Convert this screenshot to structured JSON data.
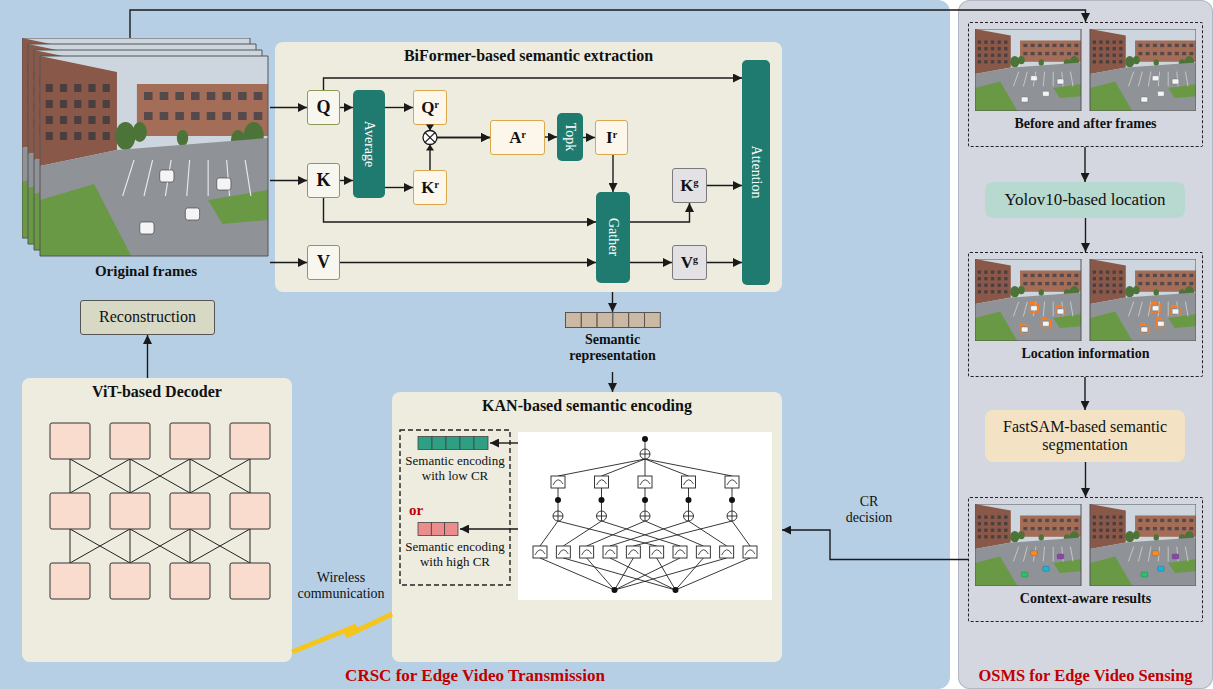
{
  "diagram": {
    "nodes": [
      {
        "text": [
          "CRSC for Edge Video Transmission"
        ]
      },
      {
        "text": [
          "Original frames"
        ],
        "in": 0
      },
      {
        "text": [
          "BiFormer-based semantic extraction"
        ],
        "in": 0
      },
      {
        "text": [
          "Q"
        ],
        "in": 2
      },
      {
        "text": [
          "K"
        ],
        "in": 2
      },
      {
        "text": [
          "V"
        ],
        "in": 2
      },
      {
        "text": [
          "Average"
        ],
        "in": 2
      },
      {
        "text": [
          "Qʳ"
        ],
        "in": 2
      },
      {
        "text": [
          "Kʳ"
        ],
        "in": 2
      },
      {
        "text": [
          "Aʳ"
        ],
        "in": 2
      },
      {
        "text": [
          "Topk"
        ],
        "in": 2
      },
      {
        "text": [
          "Iʳ"
        ],
        "in": 2
      },
      {
        "text": [
          "Gather"
        ],
        "in": 2
      },
      {
        "text": [
          "Kᵍ"
        ],
        "in": 2
      },
      {
        "text": [
          "Vᵍ"
        ],
        "in": 2
      },
      {
        "text": [
          "Attention"
        ],
        "in": 2
      },
      {
        "text": [
          "Semantic representation"
        ],
        "in": 0
      },
      {
        "text": [
          "KAN-based semantic encoding"
        ],
        "in": 0
      },
      {
        "text": [
          "Semantic encoding with low CR"
        ],
        "in": 17
      },
      {
        "text": [
          "Semantic encoding with high CR"
        ],
        "in": 17
      },
      {
        "text": [
          "ViT-based Decoder"
        ],
        "in": 0
      },
      {
        "text": [
          "Reconstruction"
        ],
        "in": 0
      },
      {
        "text": [
          "OSMS for Edge Video Sensing"
        ]
      },
      {
        "text": [
          "Before and after frames"
        ],
        "in": 22
      },
      {
        "text": [
          "Yolov10-based location"
        ],
        "in": 22
      },
      {
        "text": [
          "Location information"
        ],
        "in": 22
      },
      {
        "text": [
          "FastSAM-based semantic segmentation"
        ],
        "in": 22
      },
      {
        "text": [
          "Context-aware results"
        ],
        "in": 22
      }
    ],
    "edges": [
      {
        "from": 1,
        "to": 3,
        "arrow": "to"
      },
      {
        "from": 1,
        "to": 4,
        "arrow": "to"
      },
      {
        "from": 1,
        "to": 5,
        "arrow": "to"
      },
      {
        "from": 1,
        "to": 23,
        "arrow": "to"
      },
      {
        "from": 3,
        "to": 6,
        "arrow": "to"
      },
      {
        "from": 4,
        "to": 6,
        "arrow": "to"
      },
      {
        "from": 6,
        "to": 7,
        "arrow": "to"
      },
      {
        "from": 6,
        "to": 8,
        "arrow": "to"
      },
      {
        "from": 7,
        "to": 9,
        "arrow": "to"
      },
      {
        "from": 8,
        "to": 9,
        "arrow": "to"
      },
      {
        "from": 3,
        "to": 15,
        "arrow": "to"
      },
      {
        "from": 9,
        "to": 10,
        "arrow": "to"
      },
      {
        "from": 10,
        "to": 11,
        "arrow": "to"
      },
      {
        "from": 11,
        "to": 12,
        "arrow": "to"
      },
      {
        "from": 4,
        "to": 12,
        "arrow": "to"
      },
      {
        "from": 5,
        "to": 12,
        "arrow": "to"
      },
      {
        "from": 12,
        "to": 13,
        "arrow": "to"
      },
      {
        "from": 12,
        "to": 14,
        "arrow": "to"
      },
      {
        "from": 13,
        "to": 15,
        "arrow": "to"
      },
      {
        "from": 14,
        "to": 15,
        "arrow": "to"
      },
      {
        "from": 2,
        "to": 16,
        "arrow": "to"
      },
      {
        "from": 16,
        "to": 17,
        "arrow": "to"
      },
      {
        "from": 17,
        "to": 20,
        "arrow": "none",
        "label": "Wireless communication"
      },
      {
        "from": 20,
        "to": 21,
        "arrow": "to"
      },
      {
        "from": 23,
        "to": 24,
        "arrow": "to"
      },
      {
        "from": 24,
        "to": 25,
        "arrow": "to"
      },
      {
        "from": 25,
        "to": 26,
        "arrow": "to"
      },
      {
        "from": 26,
        "to": 27,
        "arrow": "to"
      },
      {
        "from": 27,
        "to": 17,
        "arrow": "to",
        "label": "CR decision"
      }
    ],
    "labels": [
      "or"
    ]
  }
}
